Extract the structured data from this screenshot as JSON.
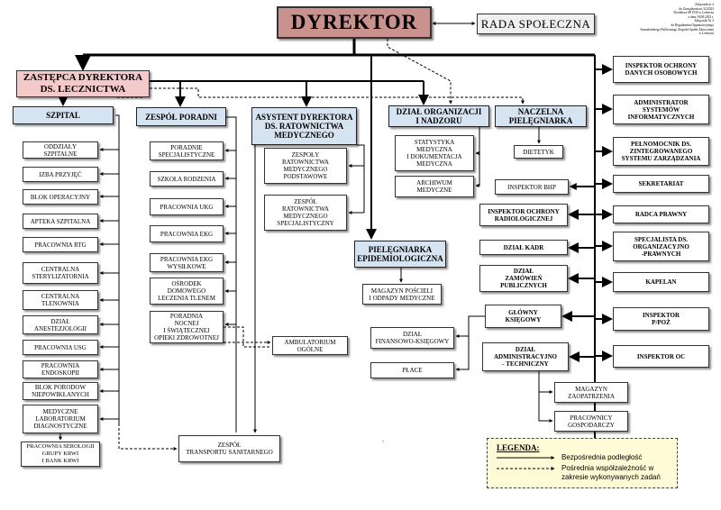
{
  "note": "Załącznik nr 2\ndo Zarządzenia nr 32/2023\nDyrektora SP ZOZ w Leśniczu\nz dnia 18.08.2023 r.\nZałącznik Nr 2\ndo Regulaminu Organizacyjnego\nSamodzielnego Publicznego Zespołu Opieki Zdrowotnej\nw Leśniczu",
  "top": {
    "dyrektor": "DYREKTOR",
    "rada": "RADA SPOŁECZNA",
    "zastepca": "ZASTĘPCA DYREKTORA\nDS. LECZNICTWA"
  },
  "headers": {
    "szpital": "SZPITAL",
    "poradnie": "ZESPÓŁ PORADNI",
    "asystent": "ASYSTENT DYREKTORA\nDS. RATOWNICTWA\nMEDYCZNEGO",
    "organizacji": "DZIAŁ ORGANIZACJI\nI NADZORU",
    "naczelna": "NACZELNA\nPIELĘGNIARKA",
    "epidemio": "PIELĘGNIARKA\nEPIDEMIOLOGICZNA"
  },
  "szpital_items": [
    "ODDZIAŁY\nSZPITALNE",
    "IZBA PRZYJĘĆ",
    "BLOK OPERACYJNY",
    "APTEKA SZPITALNA",
    "PRACOWNIA RTG",
    "CENTRALNA\nSTERYLIZATORNIA",
    "CENTRALNA\nTLENOWNIA",
    "DZIAŁ\nANESTEZJOLOGII",
    "PRACOWNIA USG",
    "PRACOWNIA\nENDOSKOPII",
    "BLOK PORODOW\nNIEPOWIKŁANYCH",
    "MEDYCZNE\nLABORATORIUM\nDIAGNOSTYCZNE",
    "PRACOWNIA SEROLOGII\nGRUPY KRWI\nI BANK KRWI"
  ],
  "poradnie_items": [
    "PORADNIE\nSPECJALISTYCZNE",
    "SZKOŁA RODZENIA",
    "PRACOWNIA UKG",
    "PRACOWNIA EKG",
    "PRACOWNIA EKG\nWYSIŁKOWE",
    "OŚRODEK\nDOMOWEGO\nLECZENIA TLENEM",
    "PORADNIA\nNOCNEJ\nI ŚWIĄTECZNEJ\nOPIEKI ZDROWOTNEJ"
  ],
  "ambulatorium": "AMBULATORIUM\nOGÓLNE",
  "transport": "ZESPÓŁ\nTRANSPORTU SANITARNEGO",
  "asystent_items": [
    "ZESPOŁY\nRATOWNICTWA\nMEDYCZNEGO\nPODSTAWOWE",
    "ZESPÓŁ\nRATOWNICTWA\nMEDYCZNEGO\nSPECJALISTYCZNY"
  ],
  "organizacji_items": [
    "STATYSTYKA\nMEDYCZNA\nI DOKUMENTACJA\nMEDYCZNA",
    "ARCHIWUM\nMEDYCZNE"
  ],
  "magazyn_posc": "MAGAZYN POŚCIELI\nI ODPADY MEDYCZNE",
  "dietetyk": "DIETETYK",
  "mid_right": {
    "bhp": "INSPEKTOR BHP",
    "radio": "INSPEKTOR OCHRONY\nRADIOLOGICZNEJ",
    "kadr": "DZIAŁ KADR",
    "zamowien": "DZIAŁ\nZAMÓWIEŃ\nPUBLICZNYCH",
    "ksiegowy": "GŁÓWNY\nKSIĘGOWY",
    "finansowo": "DZIAŁ\nFINANSOWO-KSIĘGOWY",
    "place": "PŁACE",
    "admin": "DZIAŁ\nADMINISTRACYJNO\n- TECHNICZNY",
    "magazyn_zaop": "MAGAZYN\nZAOPATRZENIA",
    "gospodarczy": "PRACOWNICY\nGOSPODARCZY"
  },
  "right_col": [
    "INSPEKTOR OCHRONY\nDANYCH OSOBOWYCH",
    "ADMINISTRATOR\nSYSTEMÓW\nINFORMATYCZNYCH",
    "PEŁNOMOCNIK DS.\nZINTEGROWANEGO\nSYSTEMU ZARZĄDZANIA",
    "SEKRETARIAT",
    "RADCA PRAWNY",
    "SPECJALISTA DS.\nORGANIZACYJNO\n-PRAWNYCH",
    "KAPELAN",
    "INSPEKTOR\nP/POŻ",
    "INSPEKTOR OC"
  ],
  "legend": {
    "title": "LEGENDA:",
    "solid": "Bezpośrednia podległość",
    "dashed": "Pośrednia współzależność w zakresie wykonywanych zadań"
  },
  "stray_mark": "`"
}
